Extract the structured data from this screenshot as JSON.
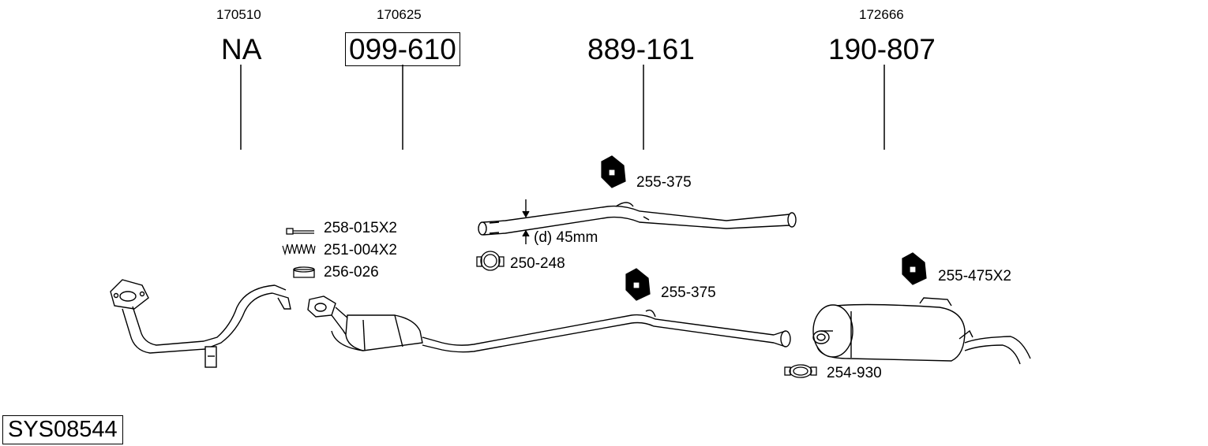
{
  "columns": [
    {
      "oe": "170510",
      "part": "NA"
    },
    {
      "oe": "170625",
      "part": "099-610"
    },
    {
      "oe": "",
      "part": "889-161"
    },
    {
      "oe": "172666",
      "part": "190-807"
    }
  ],
  "labels": {
    "bolt": "258-015X2",
    "spring": "251-004X2",
    "ring": "256-026",
    "hanger_top": "255-375",
    "clamp_top": "250-248",
    "diameter": "(d) 45mm",
    "hanger_mid": "255-375",
    "hanger_rear": "255-475X2",
    "clamp_rear": "254-930"
  },
  "system_code": "SYS08544"
}
